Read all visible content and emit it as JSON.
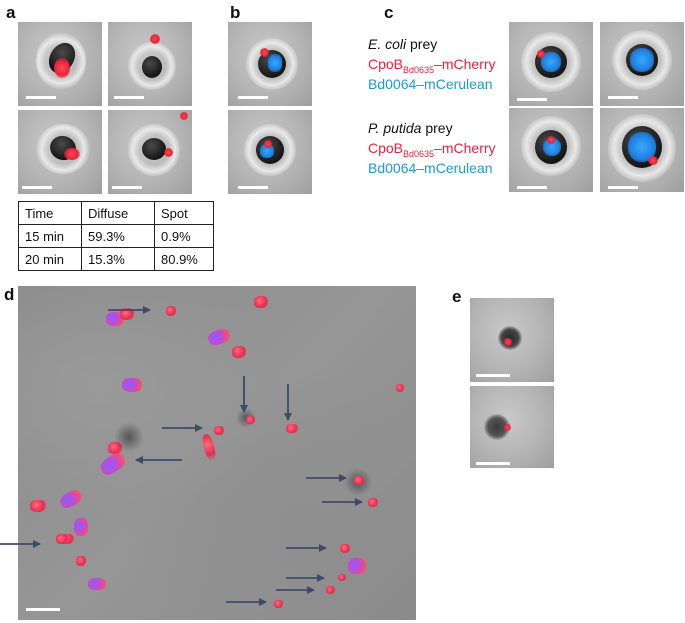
{
  "panel_labels": {
    "a": "a",
    "b": "b",
    "c": "c",
    "d": "d",
    "e": "e"
  },
  "table": {
    "headers": [
      "Time",
      "Diffuse",
      "Spot"
    ],
    "rows": [
      [
        "15 min",
        "59.3%",
        "0.9%"
      ],
      [
        "20 min",
        "15.3%",
        "80.9%"
      ]
    ]
  },
  "legend": {
    "ecoli": {
      "species": "E. coli",
      "suffix": " prey"
    },
    "pputida": {
      "species": "P. putida",
      "suffix": " prey"
    },
    "cpob": {
      "base": "CpoB",
      "sub": "Bd0635",
      "tail": "–mCherry"
    },
    "bd0064": "Bd0064–mCerulean"
  },
  "colors": {
    "mcherry": "#e8233a",
    "mcerulean": "#1e9ad6",
    "arrow": "#3d4b66"
  },
  "icons": {
    "arrow": "arrow-icon",
    "scale_bar": "scale-bar"
  }
}
